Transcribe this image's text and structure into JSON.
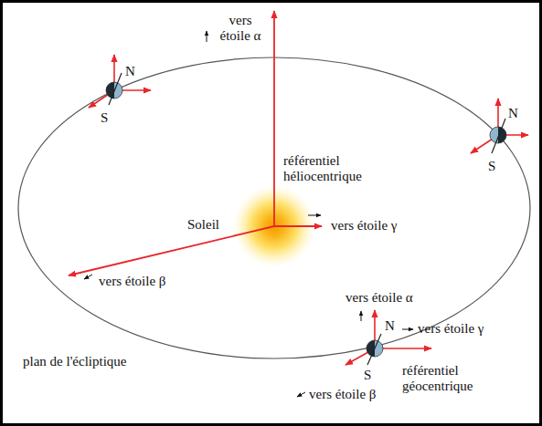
{
  "diagram": {
    "labels": [
      "vers étoile α",
      "référentiel héliocentrique",
      "Soleil",
      "vers étoile γ",
      "vers étoile β",
      "N",
      "S",
      "N",
      "S",
      "vers étoile α",
      "N",
      "vers étoile γ",
      "S",
      "référentiel géocentrique",
      "vers étoile β",
      "plan de l'écliptique"
    ]
  }
}
